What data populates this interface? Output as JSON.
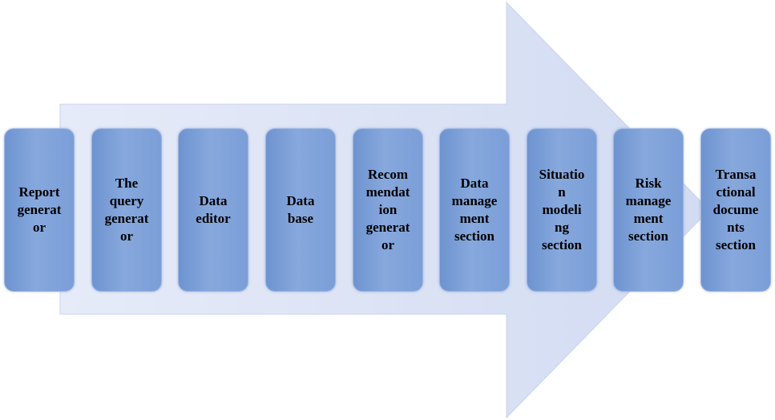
{
  "diagram": {
    "type": "process-arrow",
    "colors": {
      "arrow_fill": "#dce3f6",
      "box_fill": "#7b9ed8",
      "box_border": "#9db6e4"
    },
    "steps": [
      {
        "label": "Report\ngenerat\nor"
      },
      {
        "label": "The\nquery\ngenerat\nor"
      },
      {
        "label": "Data\neditor"
      },
      {
        "label": "Data\nbase"
      },
      {
        "label": "Recom\nmendat\nion\ngenerat\nor"
      },
      {
        "label": "Data\nmanage\nment\nsection"
      },
      {
        "label": "Situatio\nn\nmodeli\nng\nsection"
      },
      {
        "label": "Risk\nmanage\nment\nsection"
      },
      {
        "label": "Transa\nctional\ndocume\nnts\nsection"
      }
    ]
  }
}
